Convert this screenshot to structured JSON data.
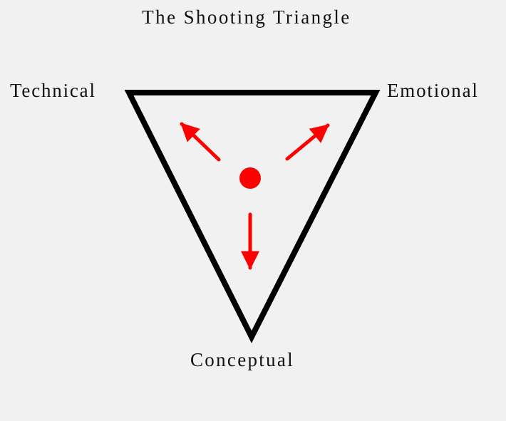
{
  "diagram": {
    "title": "The Shooting Triangle",
    "vertices": {
      "top_left": "Technical",
      "top_right": "Emotional",
      "bottom": "Conceptual"
    },
    "colors": {
      "background": "#f2f1f1",
      "triangle": "#000000",
      "accent": "#ff0000"
    }
  }
}
